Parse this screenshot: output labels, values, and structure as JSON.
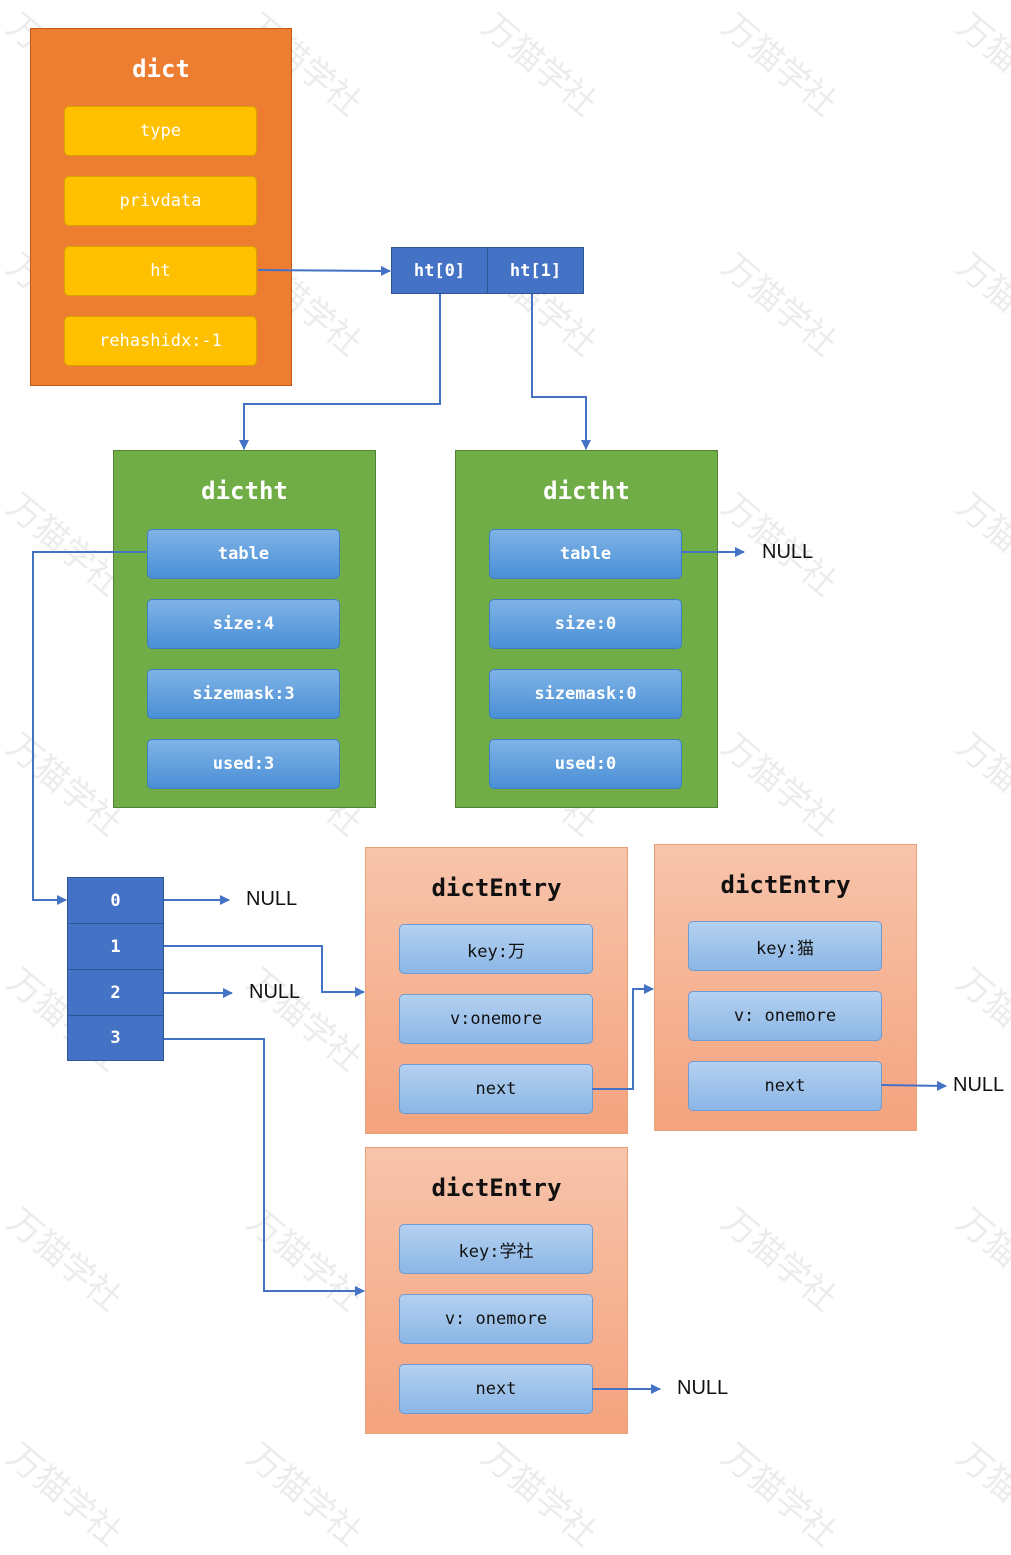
{
  "watermark": "万猫学社",
  "dict": {
    "title": "dict",
    "fields": [
      "type",
      "privdata",
      "ht",
      "rehashidx:-1"
    ]
  },
  "ht_array": [
    "ht[0]",
    "ht[1]"
  ],
  "dictht": [
    {
      "title": "dictht",
      "fields": [
        "table",
        "size:4",
        "sizemask:3",
        "used:3"
      ]
    },
    {
      "title": "dictht",
      "fields": [
        "table",
        "size:0",
        "sizemask:0",
        "used:0"
      ]
    }
  ],
  "table_cells": [
    "0",
    "1",
    "2",
    "3"
  ],
  "entries": [
    {
      "title": "dictEntry",
      "fields": [
        "key:万",
        "v:onemore",
        "next"
      ]
    },
    {
      "title": "dictEntry",
      "fields": [
        "key:猫",
        "v: onemore",
        "next"
      ]
    },
    {
      "title": "dictEntry",
      "fields": [
        "key:学社",
        "v: onemore",
        "next"
      ]
    }
  ],
  "null_label": "NULL",
  "colors": {
    "dict": "#ed7d31",
    "dict_field": "#ffc000",
    "ht_cell": "#4472c4",
    "dictht": "#70ad47",
    "dictht_field": "#5b9bd5",
    "entry": "#f4b183",
    "entry_field": "#9dc3e6",
    "arrow": "#4472c4"
  }
}
